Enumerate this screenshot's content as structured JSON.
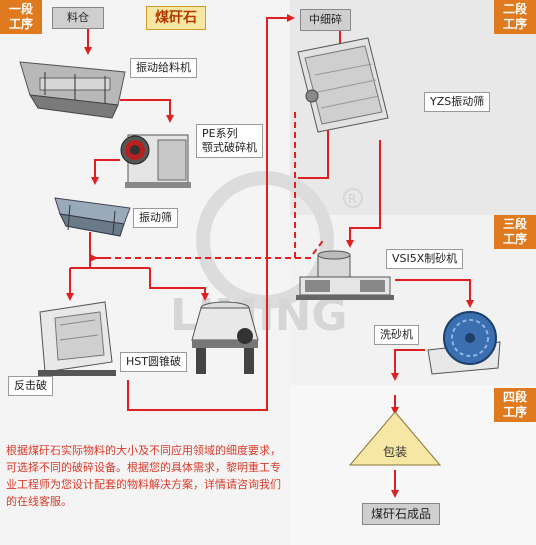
{
  "stages": [
    "一段\n工序",
    "二段\n工序",
    "三段\n工序",
    "四段\n工序"
  ],
  "raw_material": "料仓",
  "title": "煤矸石",
  "fine_crush": "中细碎",
  "equipment": {
    "feeder": "振动给料机",
    "jaw_crusher": "PE系列\n颚式破碎机",
    "screen": "振动筛",
    "impact_crusher": "反击破",
    "cone_crusher": "HST圆锥破",
    "yzs_screen": "YZS振动筛",
    "sand_maker": "VSI5X制砂机",
    "sand_washer": "洗砂机"
  },
  "package": "包装",
  "product": "煤矸石成品",
  "description": "根据煤矸石实际物料的大小及不同应用领域的细度要求，可选择不同的破碎设备。根据您的具体需求，黎明重工专业工程师为您设计配套的物料解决方案，详情请咨询我们的在线客服。",
  "watermark": "LIMING",
  "colors": {
    "arrow": "#e02020",
    "stage_badge": "#e07a1e",
    "title_bg": "#f6e7a5",
    "title_text": "#b33a00"
  }
}
